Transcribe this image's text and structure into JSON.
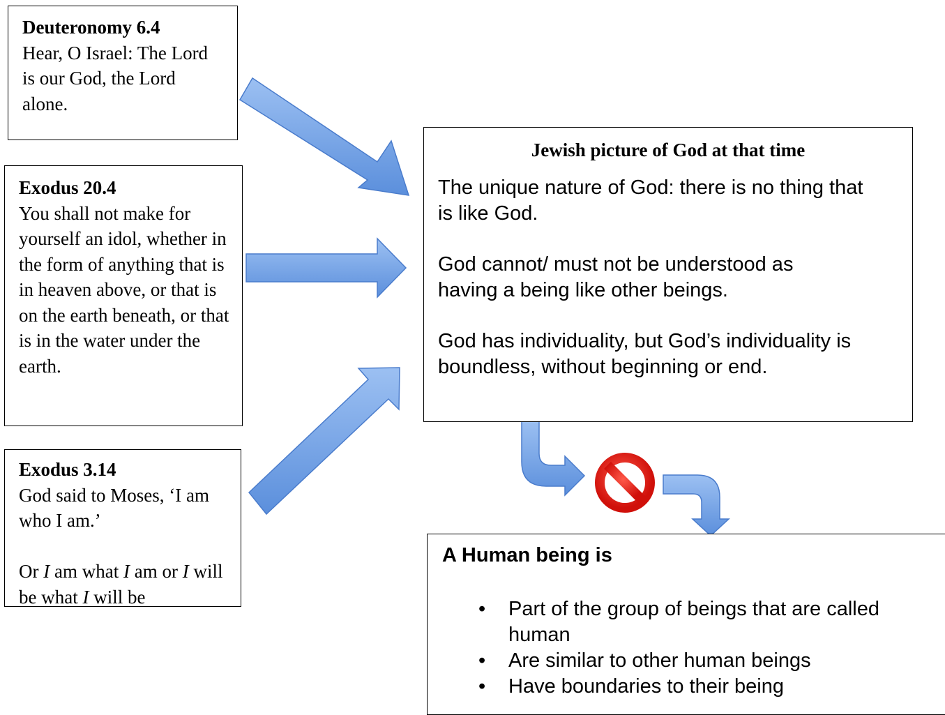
{
  "deuteronomy": {
    "title": "Deuteronomy 6.4",
    "text": " Hear, O Israel: The Lord is our God, the Lord alone."
  },
  "exodus_20": {
    "title": "Exodus 20.4",
    "text": " You shall not make for yourself an idol, whether in the form of anything that is in heaven above, or that is on the earth beneath, or that is in the water under the earth."
  },
  "exodus_3": {
    "title": "Exodus 3.14",
    "line1": "God said to Moses, ‘I am who I am.’",
    "line2_parts": [
      "Or ",
      "I",
      " am what ",
      "I",
      " am or ",
      "I",
      " will be what ",
      "I",
      " will be"
    ]
  },
  "jewish_picture": {
    "title": "Jewish picture of God at that time",
    "paragraphs": [
      "The unique nature of God: there is no thing that is like God.",
      "God cannot/ must not be understood as having a being like other beings.",
      "God has individuality, but God’s individuality is boundless, without beginning or end."
    ]
  },
  "human_being": {
    "title": "A Human being is",
    "bullets": [
      "Part of the group of beings that are called human",
      "Are similar to other human beings",
      "Have boundaries to their being"
    ]
  },
  "colors": {
    "arrow_fill": "#7fa9e6",
    "arrow_stroke": "#4a7ccc",
    "prohibited_red": "#e8170f"
  }
}
